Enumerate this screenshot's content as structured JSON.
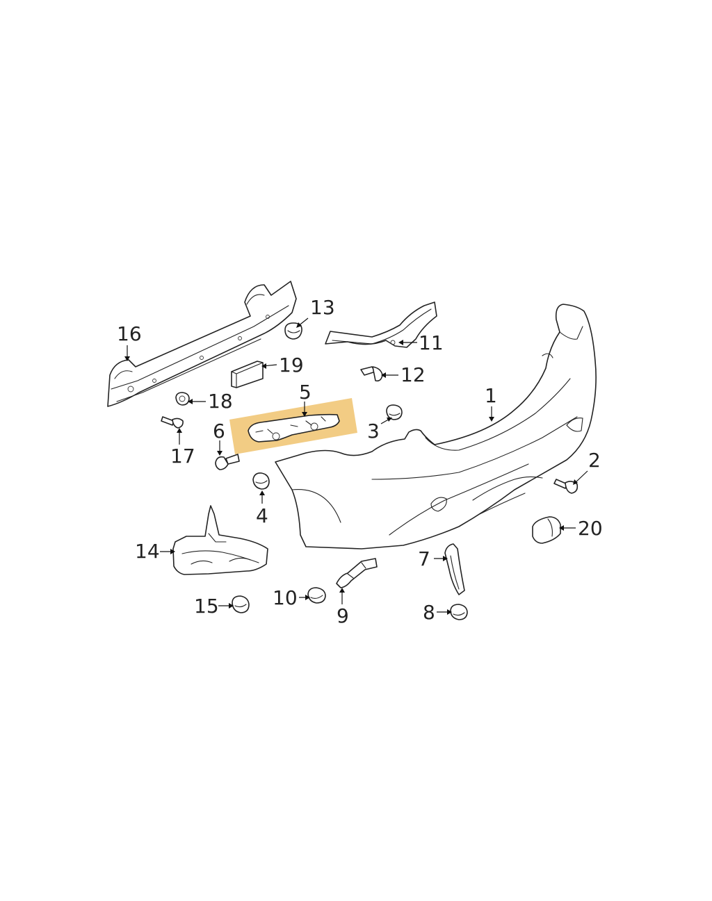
{
  "diagram": {
    "highlight_color": "#f0c36e",
    "callouts": [
      {
        "id": "1",
        "label": "1"
      },
      {
        "id": "2",
        "label": "2"
      },
      {
        "id": "3",
        "label": "3"
      },
      {
        "id": "4",
        "label": "4"
      },
      {
        "id": "5",
        "label": "5"
      },
      {
        "id": "6",
        "label": "6"
      },
      {
        "id": "7",
        "label": "7"
      },
      {
        "id": "8",
        "label": "8"
      },
      {
        "id": "9",
        "label": "9"
      },
      {
        "id": "10",
        "label": "10"
      },
      {
        "id": "11",
        "label": "11"
      },
      {
        "id": "12",
        "label": "12"
      },
      {
        "id": "13",
        "label": "13"
      },
      {
        "id": "14",
        "label": "14"
      },
      {
        "id": "15",
        "label": "15"
      },
      {
        "id": "16",
        "label": "16"
      },
      {
        "id": "17",
        "label": "17"
      },
      {
        "id": "18",
        "label": "18"
      },
      {
        "id": "19",
        "label": "19"
      },
      {
        "id": "20",
        "label": "20"
      }
    ],
    "highlighted_part": "5"
  }
}
